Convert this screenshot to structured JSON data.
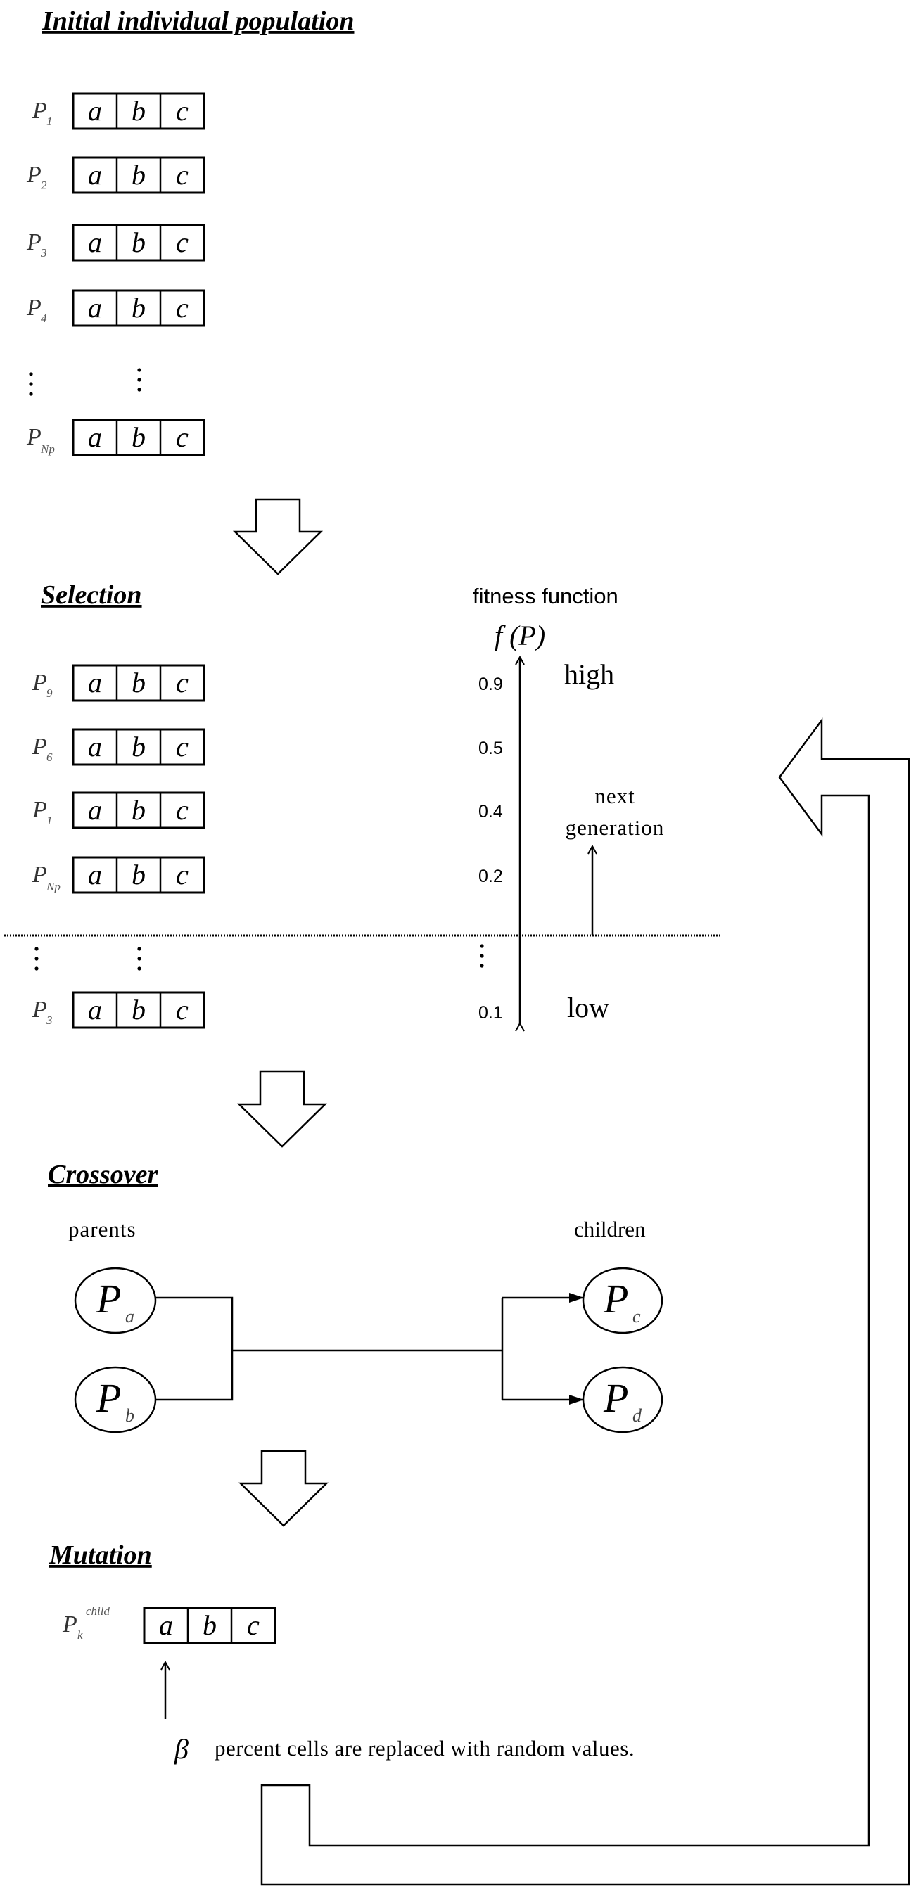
{
  "initial": {
    "title": "Initial individual population",
    "genes": [
      "a",
      "b",
      "c"
    ],
    "rows": [
      {
        "p": "P",
        "sub": "1"
      },
      {
        "p": "P",
        "sub": "2"
      },
      {
        "p": "P",
        "sub": "3"
      },
      {
        "p": "P",
        "sub": "4"
      },
      {
        "p": "P",
        "sub": "Np"
      }
    ]
  },
  "selection": {
    "title": "Selection",
    "fitness_title": "fitness function",
    "fitness_symbol": "f (P)",
    "high_label": "high",
    "low_label": "low",
    "next_generation_line1": "next",
    "next_generation_line2": "generation",
    "rows": [
      {
        "sub": "9",
        "value": "0.9"
      },
      {
        "sub": "6",
        "value": "0.5"
      },
      {
        "sub": "1",
        "value": "0.4"
      },
      {
        "sub": "Np",
        "value": "0.2"
      },
      {
        "sub": "3",
        "value": "0.1"
      }
    ]
  },
  "crossover": {
    "title": "Crossover",
    "parents_label": "parents",
    "children_label": "children",
    "parents": [
      {
        "p": "P",
        "sub": "a"
      },
      {
        "p": "P",
        "sub": "b"
      }
    ],
    "children": [
      {
        "p": "P",
        "sub": "c"
      },
      {
        "p": "P",
        "sub": "d"
      }
    ]
  },
  "mutation": {
    "title": "Mutation",
    "p": "P",
    "sub": "k",
    "sup": "child",
    "beta": "β",
    "caption": "percent cells are replaced with random values."
  }
}
